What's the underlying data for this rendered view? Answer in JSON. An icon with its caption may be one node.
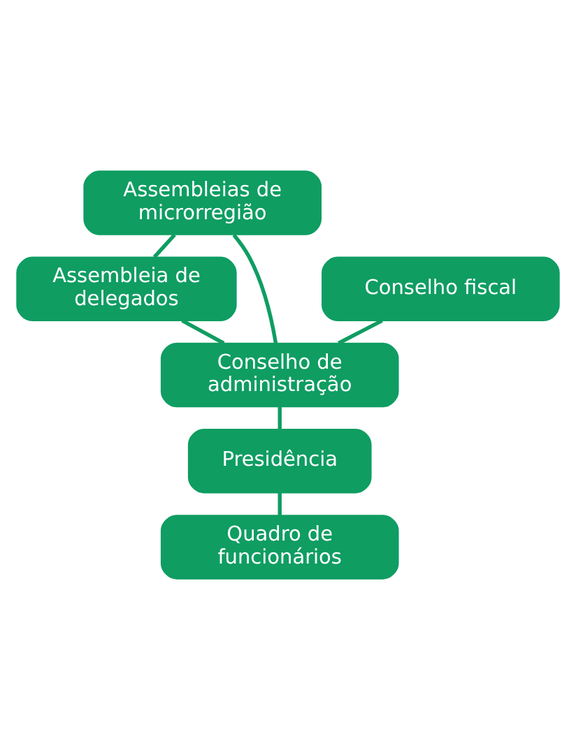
{
  "diagram": {
    "nodes": [
      {
        "text": [
          "Assembleias de microrregião"
        ]
      },
      {
        "text": [
          "Assembleia de delegados"
        ]
      },
      {
        "text": [
          "Conselho fiscal"
        ]
      },
      {
        "text": [
          "Conselho de administração"
        ]
      },
      {
        "text": [
          "Presidência"
        ]
      },
      {
        "text": [
          "Quadro de funcionários"
        ]
      }
    ],
    "edges": [
      {
        "from": 0,
        "to": 1,
        "arrow": "none"
      },
      {
        "from": 1,
        "to": 3,
        "arrow": "none"
      },
      {
        "from": 0,
        "to": 3,
        "arrow": "none"
      },
      {
        "from": 2,
        "to": 3,
        "arrow": "none"
      },
      {
        "from": 3,
        "to": 4,
        "arrow": "none"
      },
      {
        "from": 4,
        "to": 5,
        "arrow": "none"
      }
    ]
  }
}
